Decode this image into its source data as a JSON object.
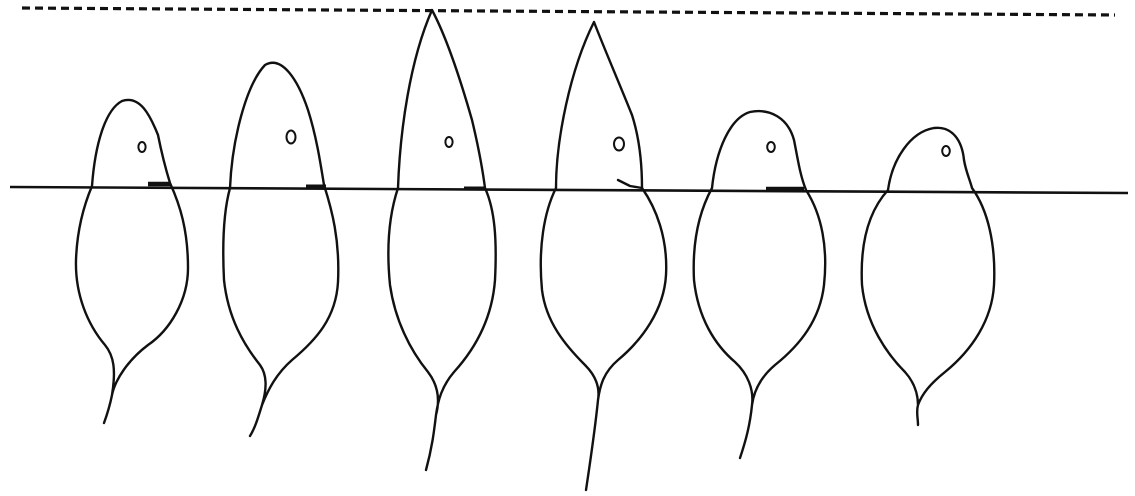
{
  "figure": {
    "cells": [
      {
        "id": "cell-1"
      },
      {
        "id": "cell-2"
      },
      {
        "id": "cell-3"
      },
      {
        "id": "cell-4"
      },
      {
        "id": "cell-5"
      },
      {
        "id": "cell-6"
      }
    ],
    "reference_lines": {
      "upper": "dashed",
      "lower": "solid"
    },
    "colors": {
      "ink": "#111111",
      "background": "#ffffff"
    }
  }
}
